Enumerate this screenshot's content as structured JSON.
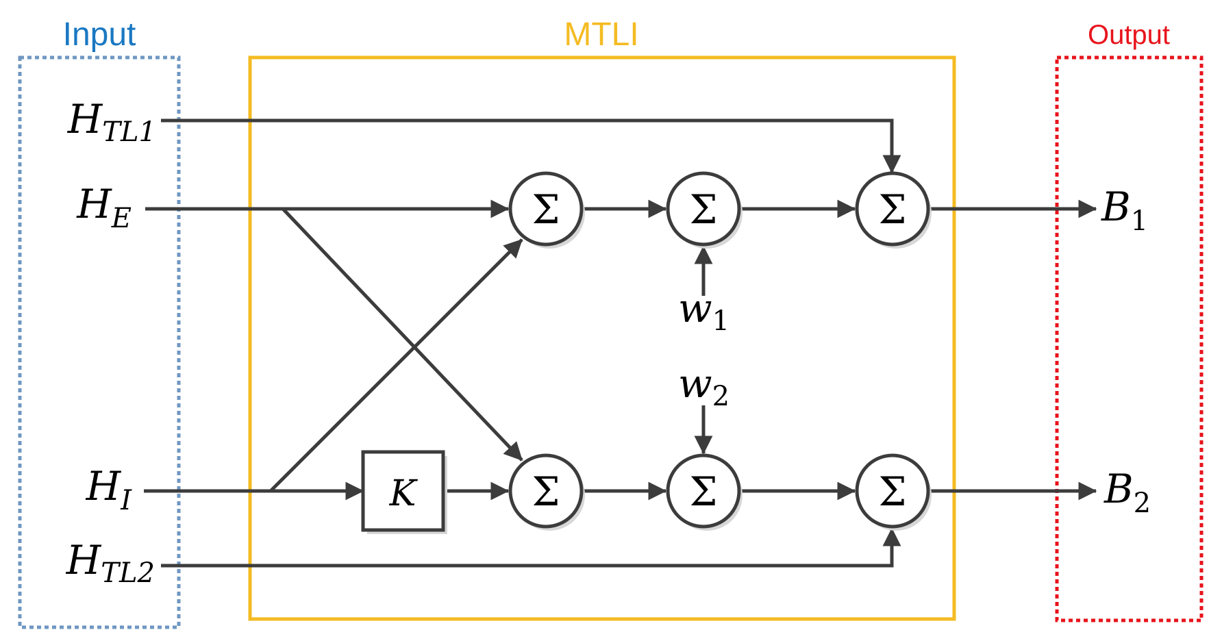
{
  "groups": {
    "input": {
      "title": "Input",
      "color": "#1a78c2",
      "border": "#6f97c2"
    },
    "mtli": {
      "title": "MTLI",
      "color": "#f4bb22",
      "border": "#f4bb22"
    },
    "output": {
      "title": "Output",
      "color": "#e8141c",
      "border": "#e8141c"
    }
  },
  "inputs": {
    "htl1": {
      "base": "H",
      "sub": "TL1"
    },
    "he": {
      "base": "H",
      "sub": "E"
    },
    "hi": {
      "base": "H",
      "sub": "I"
    },
    "htl2": {
      "base": "H",
      "sub": "TL2"
    }
  },
  "outputs": {
    "b1": {
      "base": "B",
      "sub": "1"
    },
    "b2": {
      "base": "B",
      "sub": "2"
    }
  },
  "weights": {
    "w1": {
      "base": "w",
      "sub": "1"
    },
    "w2": {
      "base": "w",
      "sub": "2"
    }
  },
  "gain_block": {
    "label": "K"
  },
  "summer_symbol": "Σ",
  "line_color": "#3c3c3c"
}
